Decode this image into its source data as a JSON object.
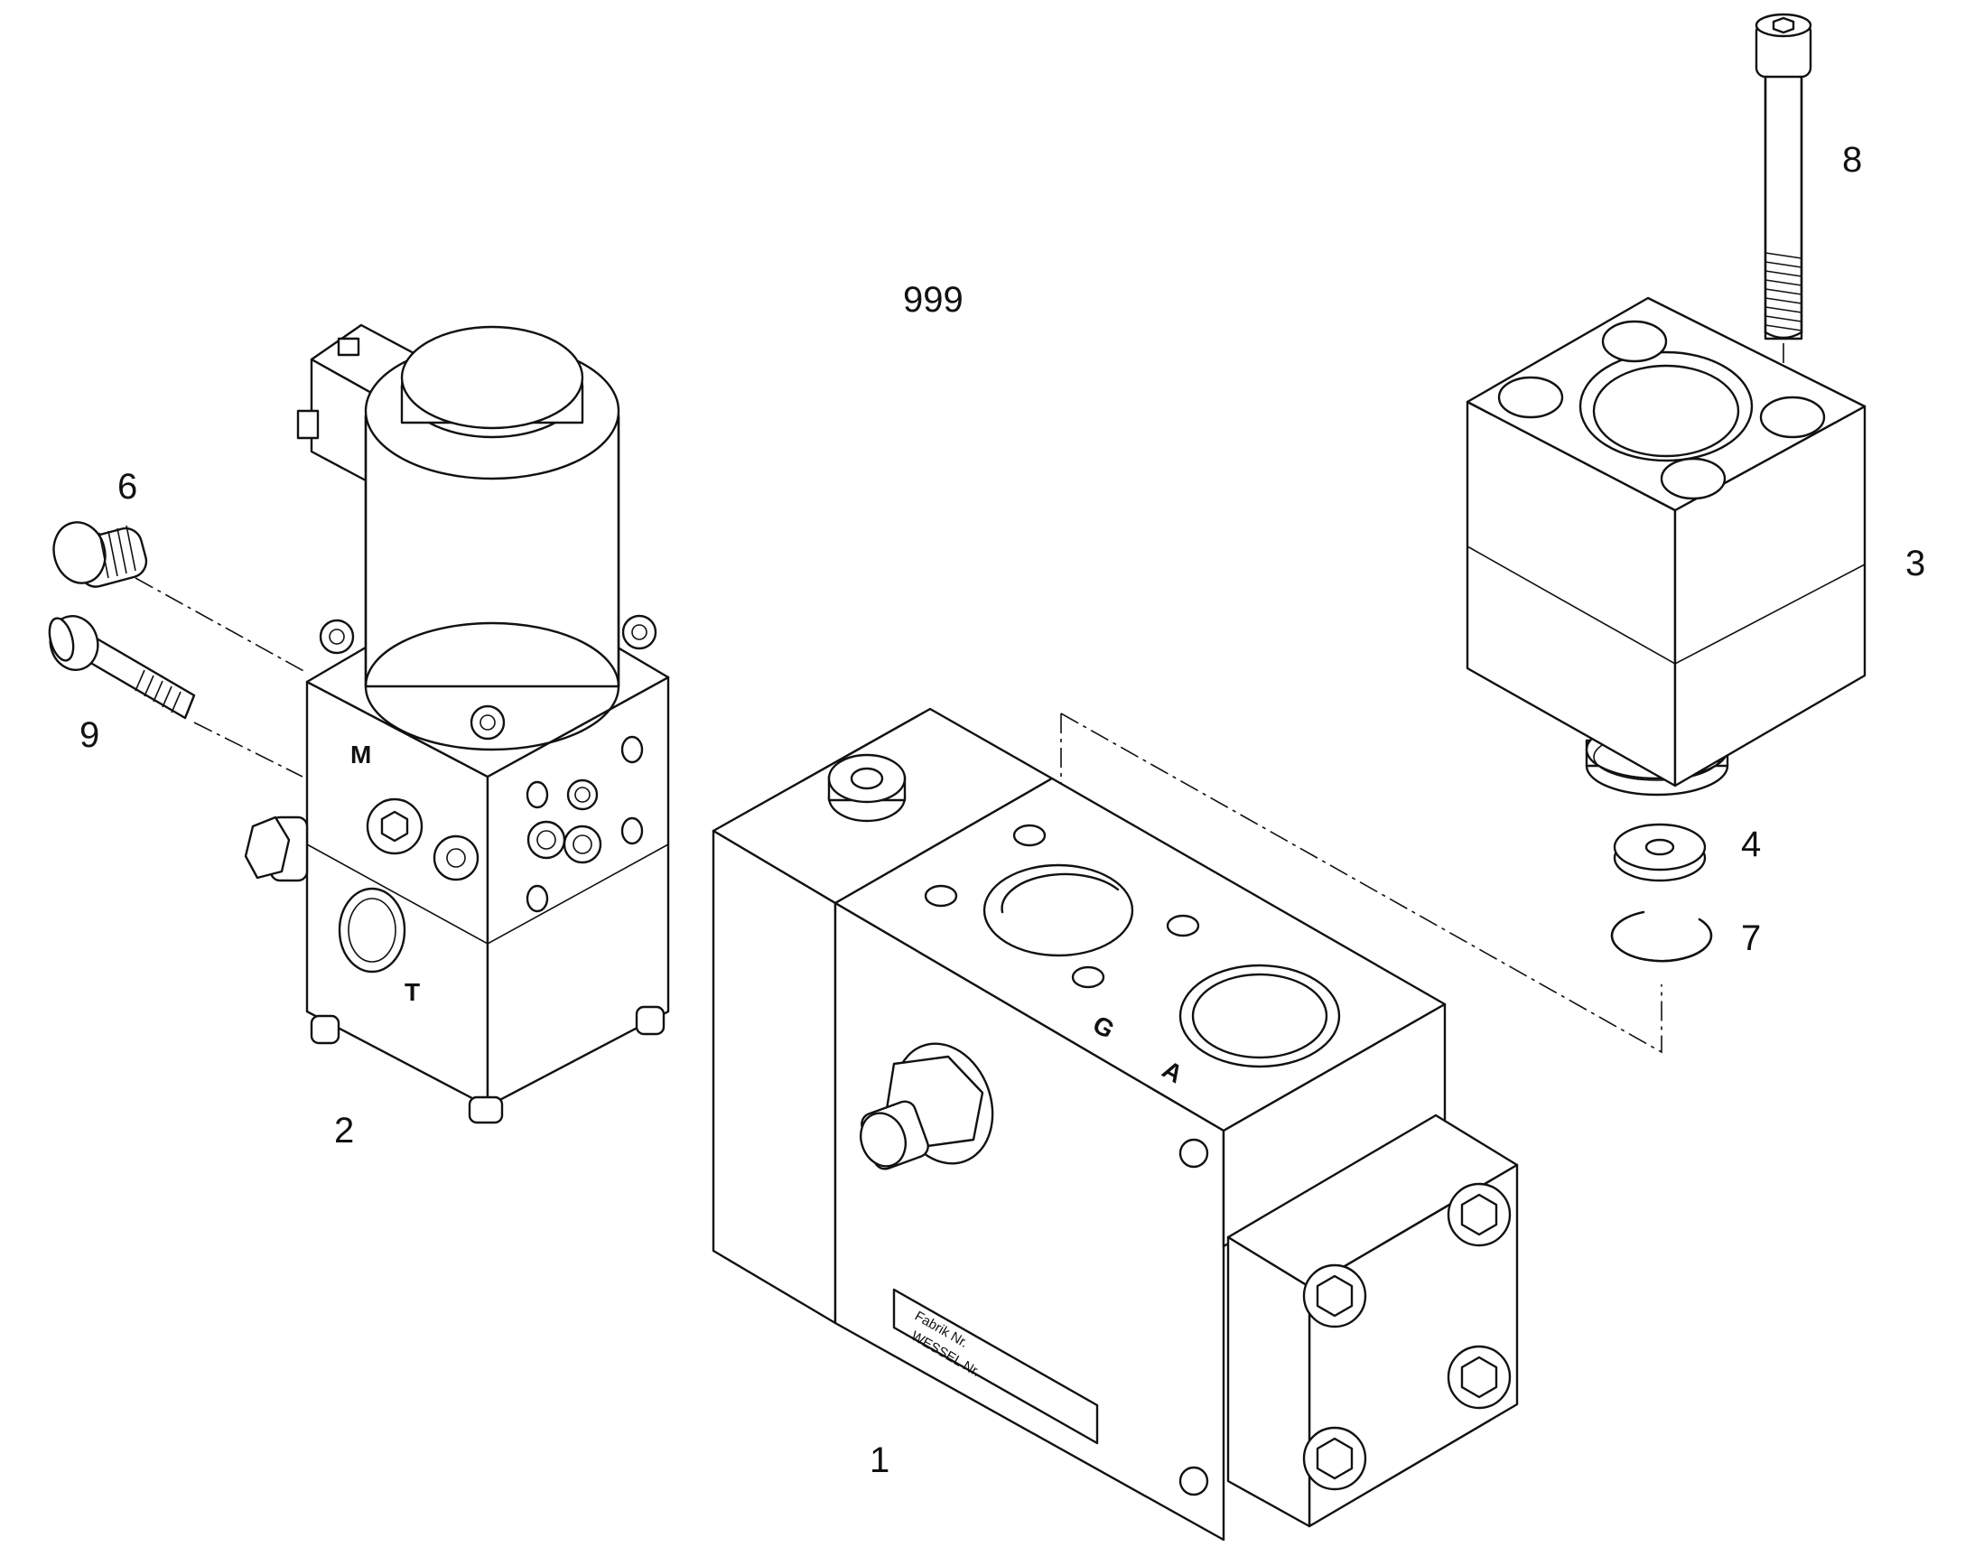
{
  "drawing_number": "999",
  "callouts": {
    "item_1": "1",
    "item_2": "2",
    "item_3": "3",
    "item_4": "4",
    "item_6": "6",
    "item_7": "7",
    "item_8": "8",
    "item_9": "9"
  },
  "port_labels": {
    "m": "M",
    "t": "T",
    "g": "G",
    "a": "A"
  },
  "nameplate": {
    "line1": "Fabrik Nr.",
    "line2": "WESSEL Nr."
  }
}
